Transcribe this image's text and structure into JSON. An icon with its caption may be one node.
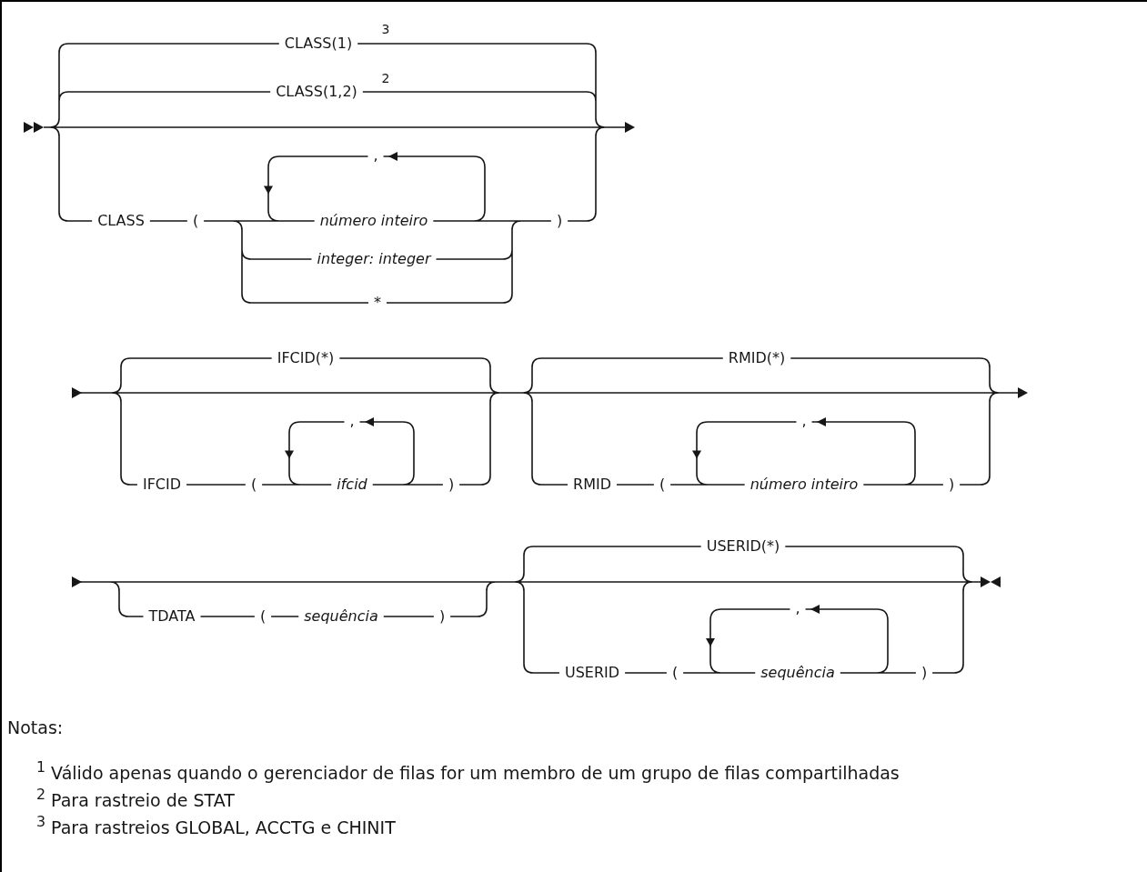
{
  "diagram": {
    "labels": [
      "CLASS(1)",
      "3",
      "CLASS(1,2)",
      "2",
      ",",
      "CLASS",
      "(",
      "número inteiro",
      ")",
      "integer: integer",
      "*",
      "IFCID(*)",
      ",",
      "IFCID",
      "(",
      "ifcid",
      ")",
      "RMID(*)",
      ",",
      "RMID",
      "(",
      "número inteiro",
      ")",
      "TDATA",
      "(",
      "sequência",
      ")",
      "USERID(*)",
      ",",
      "USERID",
      "(",
      "sequência",
      ")",
      "Notas:",
      "$^{1}$ Válido apenas quando o gerenciador de filas for um membro de um grupo de filas compartilhadas",
      "$^{2}$ Para rastreio de STAT",
      "$^{3}$ Para rastreios GLOBAL, ACCTG e CHINIT"
    ]
  }
}
